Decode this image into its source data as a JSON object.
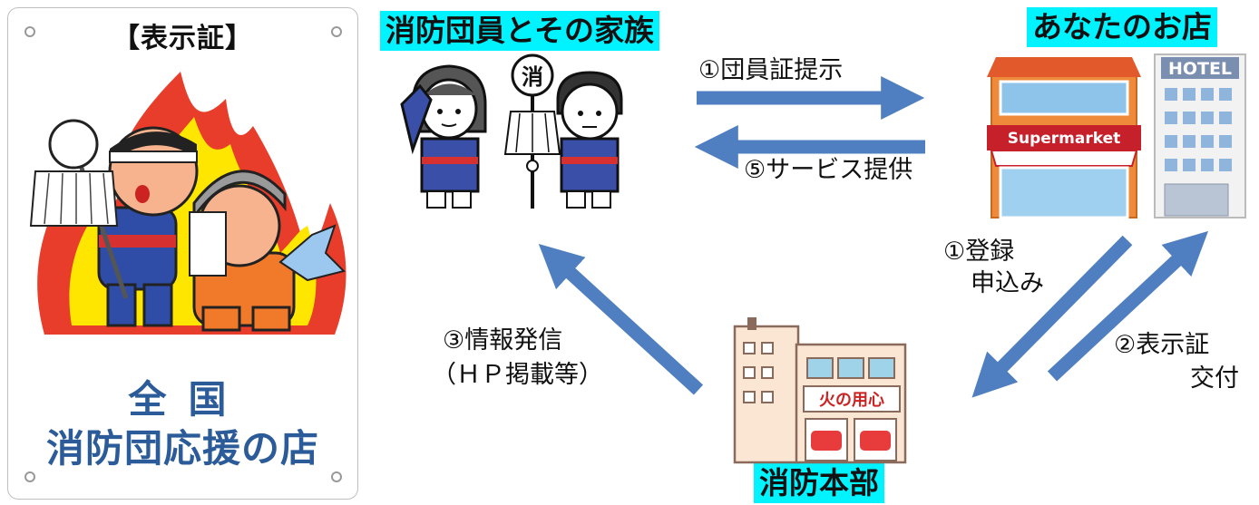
{
  "sign": {
    "title": "【表示証】",
    "line1": "全国",
    "line2": "消防団応援の店"
  },
  "nodes": {
    "family": "消防団員とその家族",
    "shop": "あなたのお店",
    "hq": "消防本部"
  },
  "store_signs": {
    "supermarket": "Supermarket",
    "hotel": "HOTEL",
    "banner": "火の用心",
    "helmet_badge": "消"
  },
  "flows": {
    "f1_label": "①団員証提示",
    "f5_label": "⑤サービス提供",
    "reg_line1": "①登録",
    "reg_line2": "申込み",
    "issue_line1": "②表示証",
    "issue_line2": "交付",
    "info_line1": "③情報発信",
    "info_line2": "（ＨＰ掲載等）"
  },
  "colors": {
    "arrow": "#4f7fc0",
    "highlight": "#00f3ff",
    "sign_text": "#2b5b99"
  }
}
